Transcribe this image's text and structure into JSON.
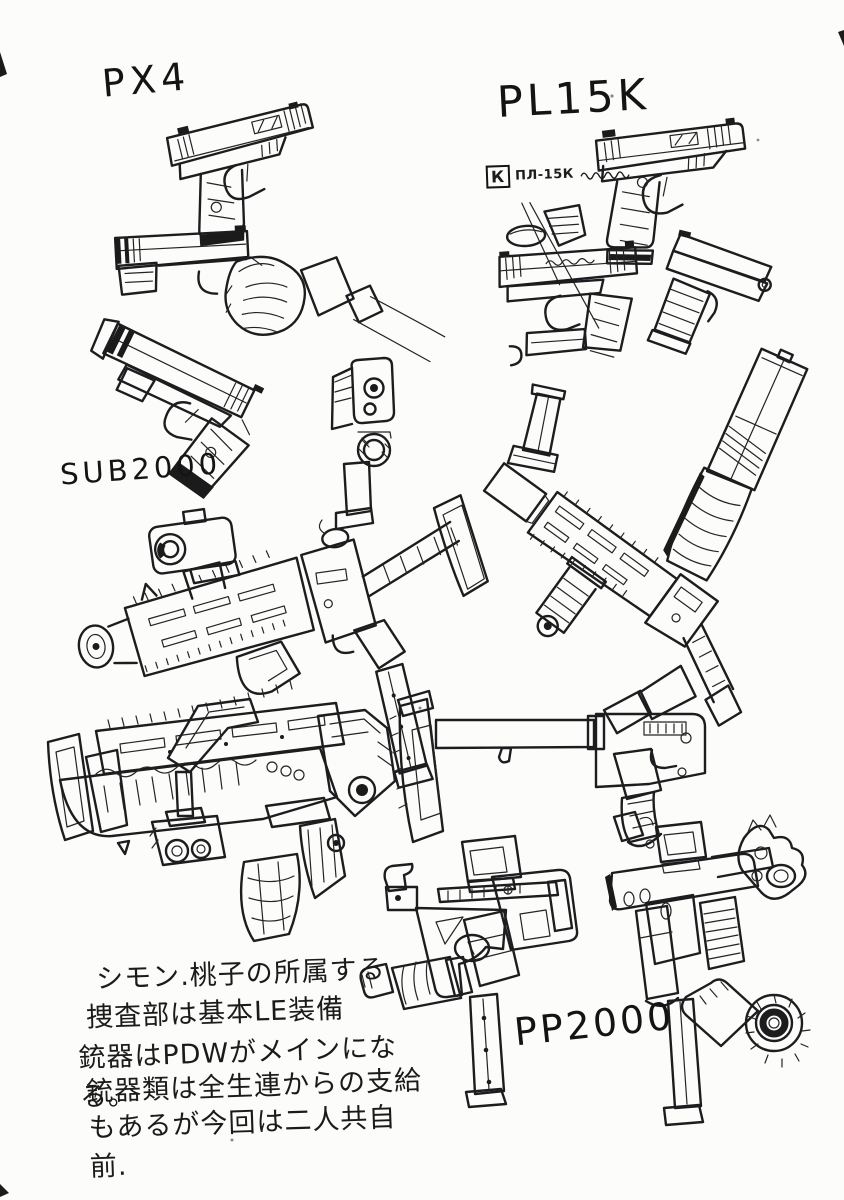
{
  "page": {
    "background": "#fcfcfb",
    "ink": "#1d1d1f"
  },
  "labels": {
    "px4": "PX4",
    "pl15k": "PL15K",
    "sub2000": "SUB2000",
    "pp2000": "PP2000"
  },
  "annotation": {
    "logo": "К",
    "model": "ПЛ-15К"
  },
  "notes": {
    "lines": [
      "シモン.桃子の所属する",
      "捜査部は基本LE装備",
      "銃器はPDWがメインになる。",
      "銃器類は全生連からの支給",
      "もあるが今回は二人共自前."
    ]
  },
  "sketches": [
    {
      "name": "px4-pistol-side-sketch"
    },
    {
      "name": "px4-two-hand-grip-sketch"
    },
    {
      "name": "px4-pistol-tilted-sketch"
    },
    {
      "name": "pl15k-pistol-side-sketch"
    },
    {
      "name": "pl15k-field-strip-sketch"
    },
    {
      "name": "pl15k-rear-quarter-sketch"
    },
    {
      "name": "pistol-magazine-sketch"
    },
    {
      "name": "pl15k-top-view-sketch"
    },
    {
      "name": "pistol-muzzle-front-sketch"
    },
    {
      "name": "sub2000-pdw-sketch"
    },
    {
      "name": "pdw-suppressed-diagonal-sketch"
    },
    {
      "name": "pdw-stock-assembly-sketch"
    },
    {
      "name": "sub2000-front-quarter-sketch"
    },
    {
      "name": "pp2000-side-sketch"
    },
    {
      "name": "pp2000-front-quarter-sketch"
    }
  ]
}
